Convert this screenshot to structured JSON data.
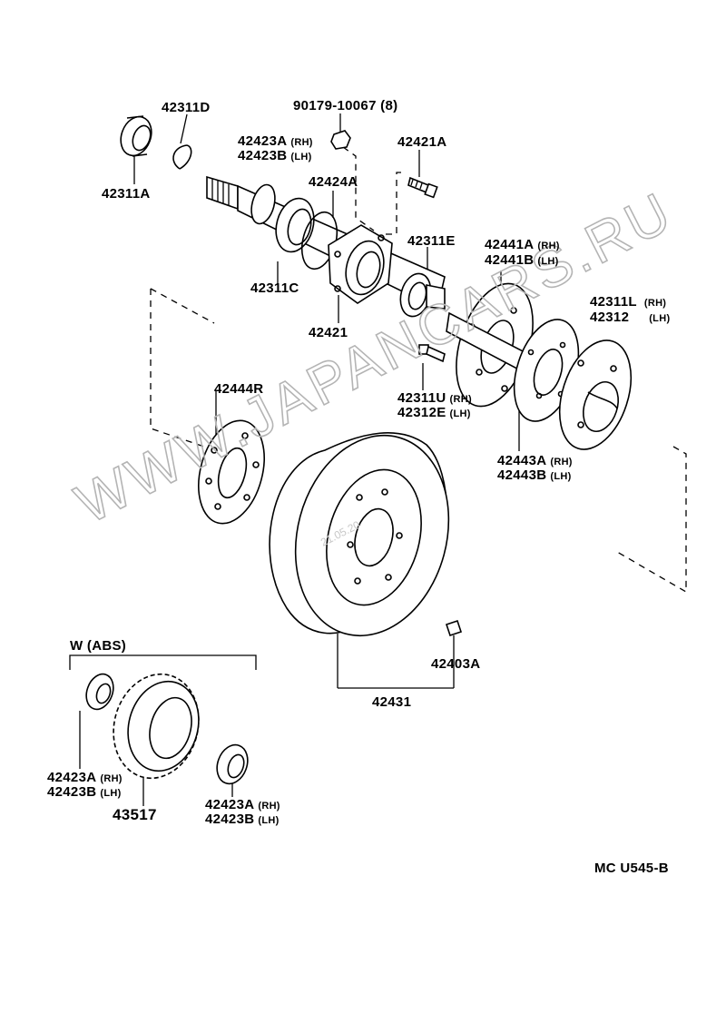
{
  "diagram": {
    "watermark": "WWW.JAPANCARS.RU",
    "date_stamp": "21.05.20",
    "code": "MC  U545-B",
    "group_label": "W (ABS)",
    "labels": {
      "p42311D": "42311D",
      "p42311A": "42311A",
      "p90179": "90179-10067 (8)",
      "p42423A_top": "42423A",
      "p42423A_top_side": "(RH)",
      "p42423B_top": "42423B",
      "p42423B_top_side": "(LH)",
      "p42421A": "42421A",
      "p42424A": "42424A",
      "p42311E": "42311E",
      "p42311C": "42311C",
      "p42421": "42421",
      "p42441A": "42441A",
      "p42441A_side": "(RH)",
      "p42441B": "42441B",
      "p42441B_side": "(LH)",
      "p42311L": "42311L",
      "p42311L_side": "(RH)",
      "p42312": "42312",
      "p42312_side": "(LH)",
      "p42444R": "42444R",
      "p42311U": "42311U",
      "p42311U_side": "(RH)",
      "p42312E": "42312E",
      "p42312E_side": "(LH)",
      "p42443A": "42443A",
      "p42443A_side": "(RH)",
      "p42443B": "42443B",
      "p42443B_side": "(LH)",
      "p42403A": "42403A",
      "p42431": "42431",
      "p42423A_bl": "42423A",
      "p42423A_bl_side": "(RH)",
      "p42423B_bl": "42423B",
      "p42423B_bl_side": "(LH)",
      "p43517": "43517",
      "p42423A_br": "42423A",
      "p42423A_br_side": "(RH)",
      "p42423B_br": "42423B",
      "p42423B_br_side": "(LH)"
    }
  }
}
